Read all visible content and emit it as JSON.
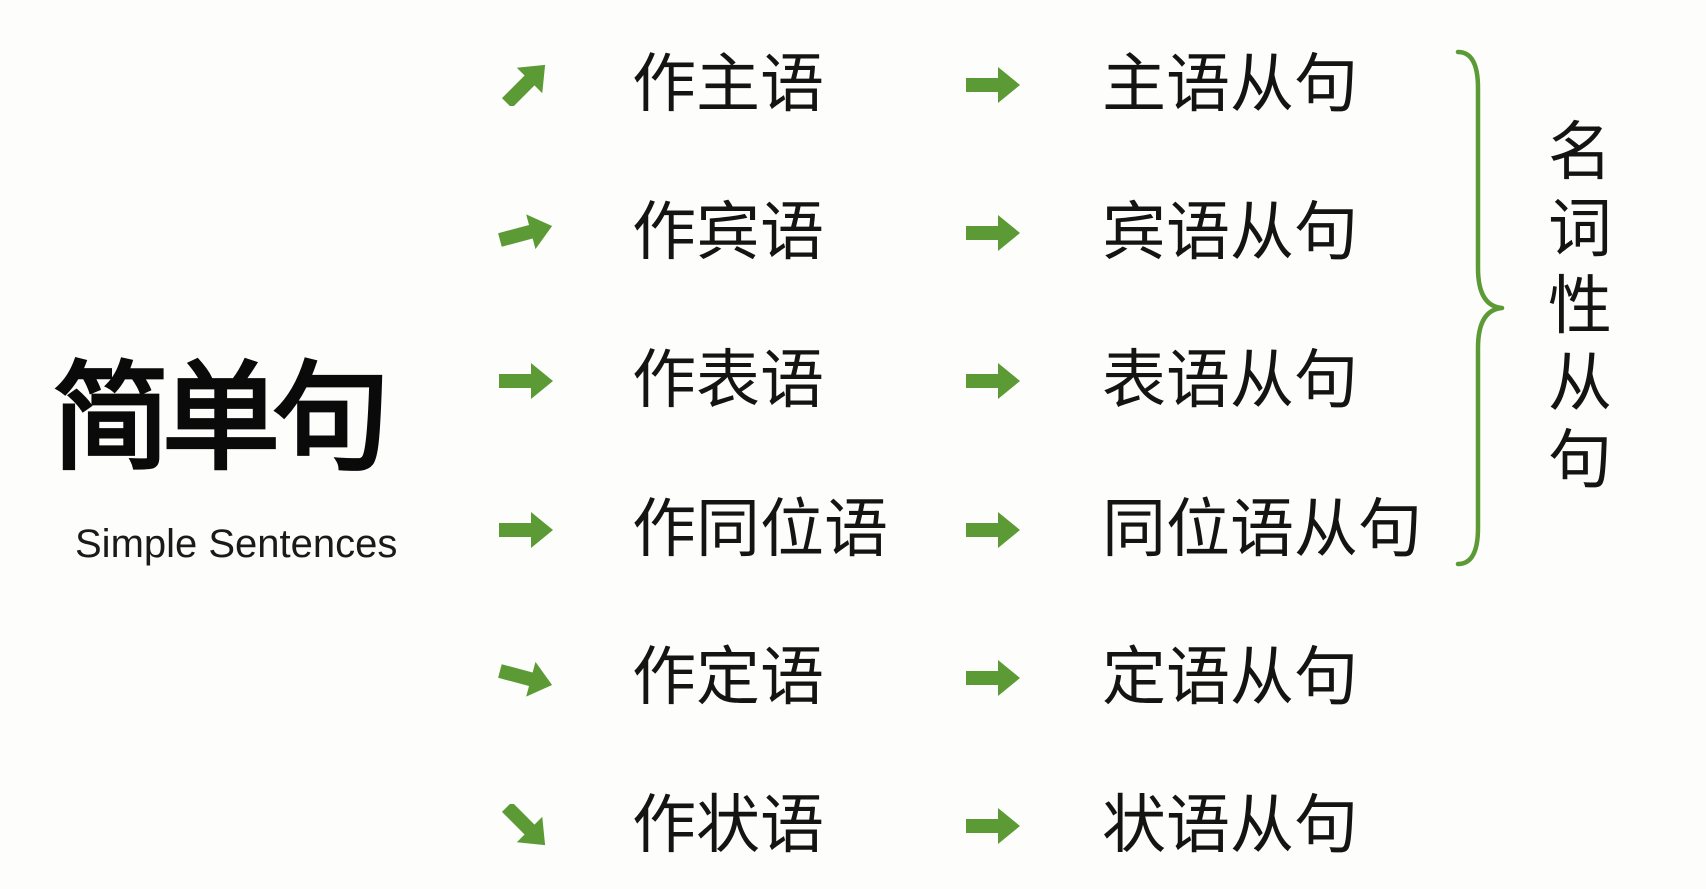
{
  "root": {
    "title": "简单句",
    "subtitle": "Simple Sentences"
  },
  "rows": [
    {
      "role": "作主语",
      "clause": "主语从句",
      "arrow_direction": "up-right"
    },
    {
      "role": "作宾语",
      "clause": "宾语从句",
      "arrow_direction": "slight-up-right"
    },
    {
      "role": "作表语",
      "clause": "表语从句",
      "arrow_direction": "right"
    },
    {
      "role": "作同位语",
      "clause": "同位语从句",
      "arrow_direction": "right"
    },
    {
      "role": "作定语",
      "clause": "定语从句",
      "arrow_direction": "slight-down-right"
    },
    {
      "role": "作状语",
      "clause": "状语从句",
      "arrow_direction": "down-right"
    }
  ],
  "group": {
    "label_chars": [
      "名",
      "词",
      "性",
      "从",
      "句"
    ],
    "bracket": "right-curly-brace"
  },
  "colors": {
    "arrow": "#5c9a35",
    "brace": "#5c9a35",
    "text": "#141414",
    "background": "#fdfdfb"
  }
}
